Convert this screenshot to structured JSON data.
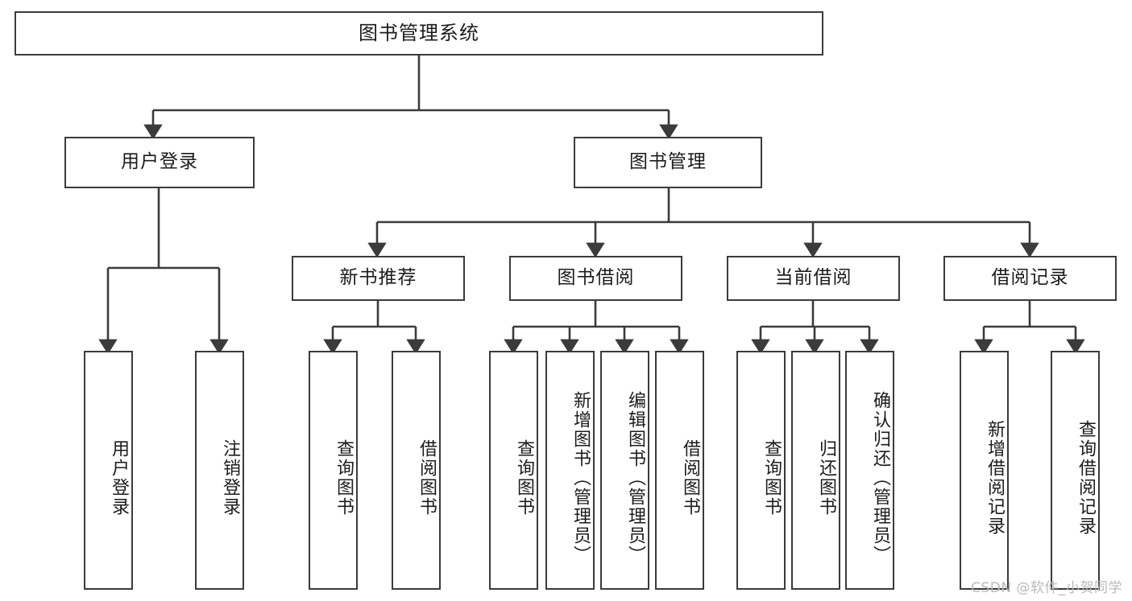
{
  "diagram": {
    "title": "图书管理系统",
    "root": {
      "label": "图书管理系统"
    },
    "level2": [
      {
        "label": "用户登录"
      },
      {
        "label": "图书管理"
      }
    ],
    "level3": [
      {
        "label": "新书推荐"
      },
      {
        "label": "图书借阅"
      },
      {
        "label": "当前借阅"
      },
      {
        "label": "借阅记录"
      }
    ],
    "leaves": {
      "user_login": [
        {
          "label": "用户登录"
        },
        {
          "label": "注销登录"
        }
      ],
      "new_book": [
        {
          "label": "查询图书"
        },
        {
          "label": "借阅图书"
        }
      ],
      "book_borrow": [
        {
          "label": "查询图书"
        },
        {
          "label": "新增图书（管理员）"
        },
        {
          "label": "编辑图书（管理员）"
        },
        {
          "label": "借阅图书"
        }
      ],
      "current_borrow": [
        {
          "label": "查询图书"
        },
        {
          "label": "归还图书"
        },
        {
          "label": "确认归还（管理员）"
        }
      ],
      "borrow_record": [
        {
          "label": "新增借阅记录"
        },
        {
          "label": "查询借阅记录"
        }
      ]
    },
    "watermark": "CSDN @软件_小贺同学",
    "colors": {
      "stroke": "#3b3b3b",
      "background": "#ffffff",
      "text": "#1c1c1c",
      "watermark": "#b9b9b9"
    }
  }
}
